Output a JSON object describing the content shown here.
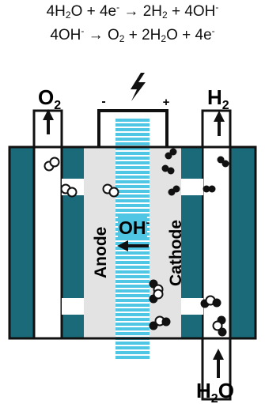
{
  "equations": {
    "cathode": {
      "main": "4H",
      "sub1": "2",
      "mid1": "O + 4e",
      "sup1": "-",
      "mid2": " → 2H",
      "sub2": "2",
      "mid3": " + 4OH",
      "sup2": "-"
    },
    "anode": {
      "main": "4OH",
      "sup1": "-",
      "mid1": " → O",
      "sub1": "2",
      "mid2": " + 2H",
      "sub2": "2",
      "mid3": "O + 4e",
      "sup2": "-"
    }
  },
  "labels": {
    "o2_outlet": "O",
    "o2_sub": "2",
    "h2_outlet": "H",
    "h2_sub": "2",
    "water_inlet": "H",
    "water_sub": "2",
    "water_tail": "O",
    "minus": "-",
    "plus": "+",
    "anode": "Anode",
    "cathode": "Cathode",
    "hydroxide": "OH",
    "hydroxide_sup": "-"
  },
  "icons": {
    "power": "lightning-bolt-icon",
    "oxygen_bubble": "o2-molecule-icon",
    "hydrogen_bubble": "h2-molecule-icon",
    "water_molecule": "h2o-molecule-icon"
  },
  "colors": {
    "housing": "#1b6a79",
    "membrane": "#4fc6e3",
    "membrane_stripe": "#ffffff",
    "electrode": "#e3e3e3",
    "outline": "#111111"
  }
}
